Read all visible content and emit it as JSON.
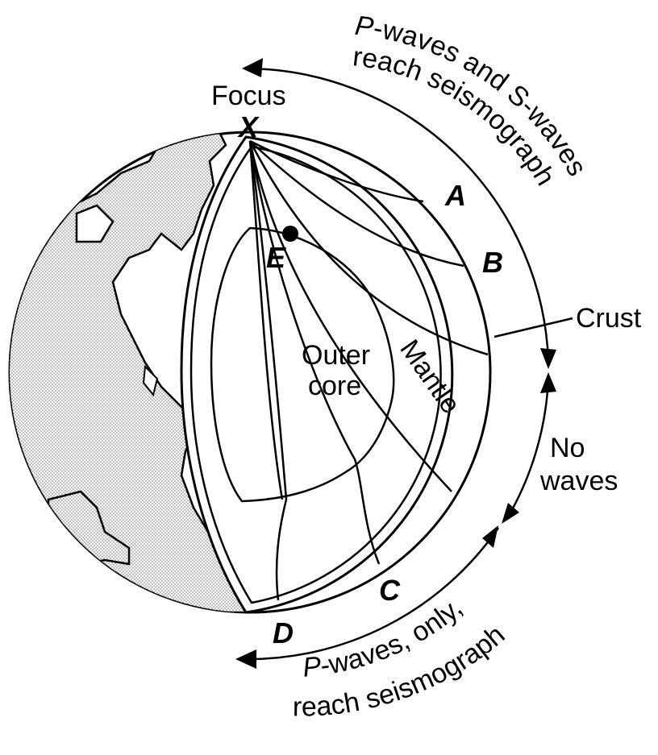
{
  "labels": {
    "focus": "Focus",
    "x": "X",
    "a": "A",
    "b": "B",
    "c": "C",
    "d": "D",
    "e": "E",
    "crust": "Crust",
    "outer_core_line1": "Outer",
    "outer_core_line2": "core",
    "mantle": "Mantle",
    "no_waves_line1": "No",
    "no_waves_line2": "waves"
  },
  "arcs": {
    "ps_line1_p": "P",
    "ps_line1_rest": "-waves and S-waves",
    "ps_line2": "reach seismograph",
    "p_line1_p": "P",
    "p_line1_rest": "-waves, only,",
    "p_line2": "reach seismograph"
  },
  "colors": {
    "ink": "#000000",
    "land": "#e6e6e6",
    "paper": "#ffffff"
  }
}
